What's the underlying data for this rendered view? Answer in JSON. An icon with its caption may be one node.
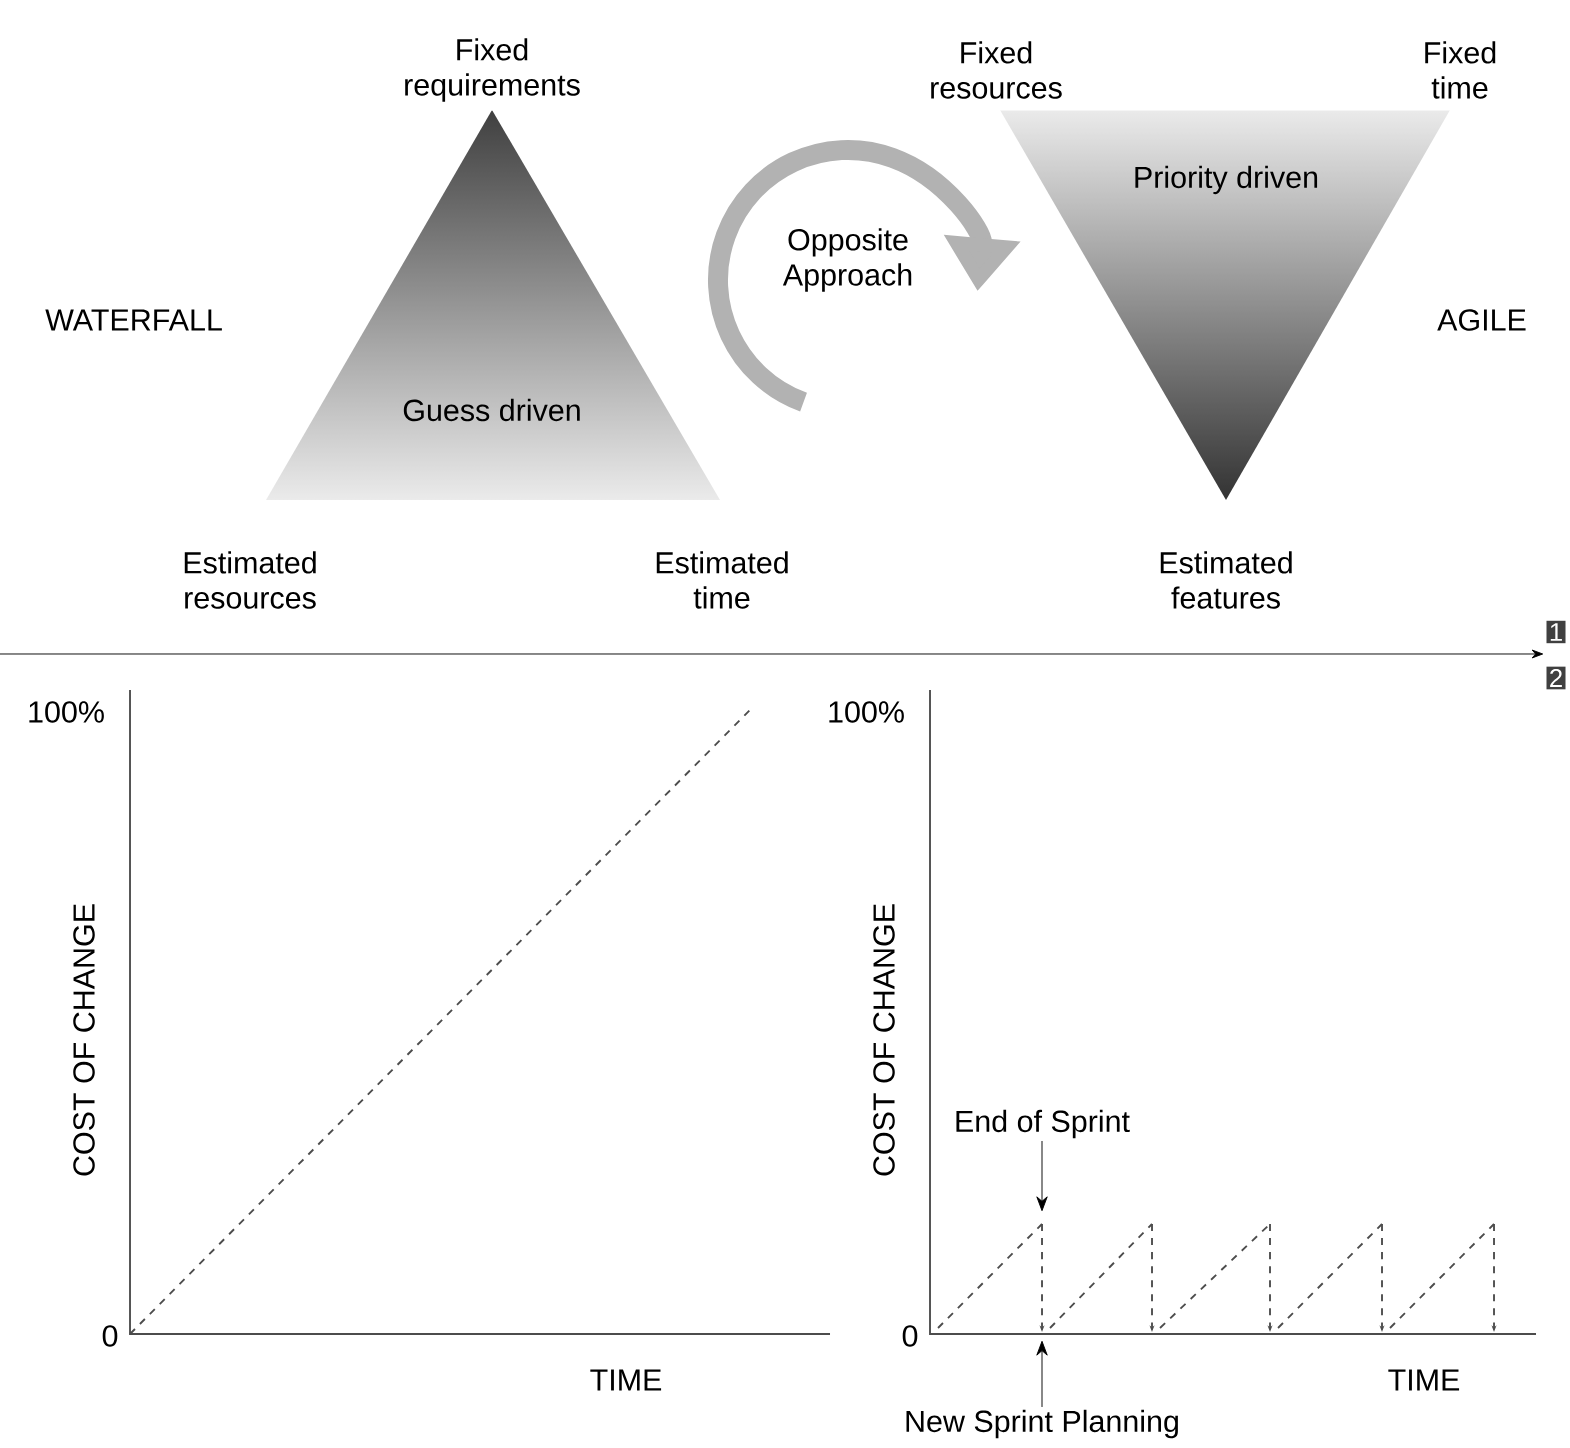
{
  "diagram": {
    "nodes": [
      {
        "text": [
          "Guess driven"
        ],
        "beside": [
          "Fixed requirements",
          "Estimated resources",
          "Estimated time"
        ]
      },
      {
        "text": [
          "Priority driven"
        ],
        "beside": [
          "Fixed resources",
          "Fixed time",
          "Estimated features"
        ]
      },
      {
        "text": [
          "End of Sprint"
        ]
      },
      {
        "text": [
          "New Sprint Planning"
        ]
      }
    ],
    "edges": [
      {
        "from": 0,
        "to": 1,
        "arrow": "to",
        "label": "Opposite Approach",
        "style": "thick",
        "color": "#b2b2b2"
      },
      {
        "from": 2,
        "to": null,
        "arrow": "to"
      },
      {
        "from": 3,
        "to": null,
        "arrow": "to"
      }
    ],
    "labels": [
      "WATERFALL",
      "AGILE",
      "1",
      "2",
      "100%",
      "COST OF CHANGE",
      "0",
      "TIME",
      "100%",
      "COST OF CHANGE",
      "0",
      "TIME"
    ]
  }
}
